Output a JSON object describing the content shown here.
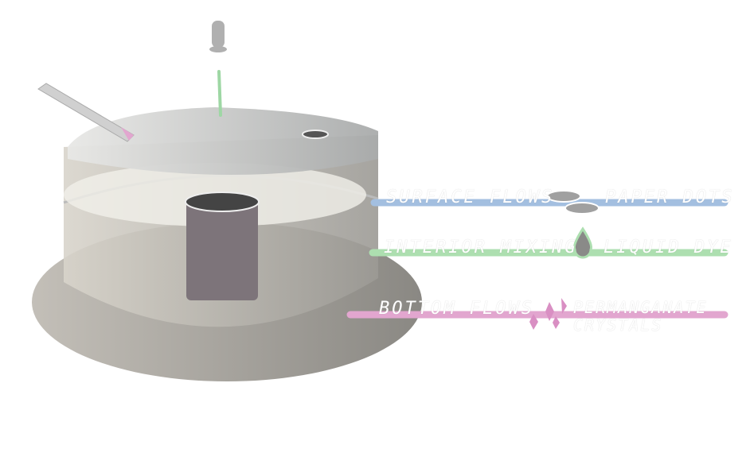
{
  "layers": [
    {
      "name": "SURFACE FLOWS",
      "tracer": "PAPER DOTS",
      "color": "#a3bfe0"
    },
    {
      "name": "INTERIOR MIXING",
      "tracer": "LIQUID DYE",
      "color": "#addfb0"
    },
    {
      "name": "BOTTOM FLOWS",
      "tracer": "PERMANGANATE CRYSTALS",
      "color": "#e2a6cf"
    }
  ]
}
